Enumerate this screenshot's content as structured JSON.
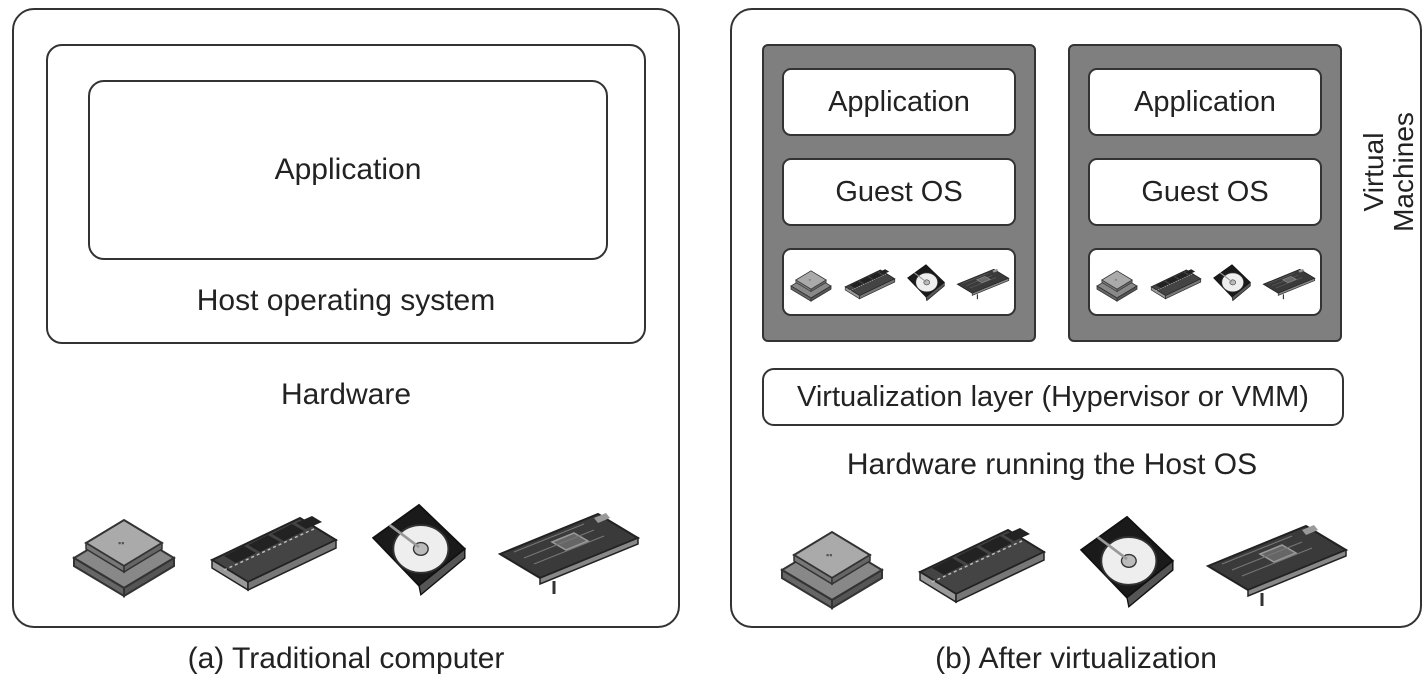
{
  "traditional": {
    "application": "Application",
    "host_os": "Host operating system",
    "hardware": "Hardware",
    "caption": "(a) Traditional computer",
    "hardware_icons": [
      "cpu-icon",
      "memory-icon",
      "hard-disk-icon",
      "network-card-icon"
    ]
  },
  "virtualized": {
    "vms": [
      {
        "application": "Application",
        "guest_os": "Guest OS"
      },
      {
        "application": "Application",
        "guest_os": "Guest OS"
      }
    ],
    "vm_side_label_line1": "Virtual",
    "vm_side_label_line2": "Machines",
    "virtualization_layer": "Virtualization layer (Hypervisor or VMM)",
    "hardware": "Hardware running the Host OS",
    "caption": "(b) After virtualization",
    "hardware_icons": [
      "cpu-icon",
      "memory-icon",
      "hard-disk-icon",
      "network-card-icon"
    ]
  },
  "colors": {
    "vm_fill": "#7f7f7f",
    "border": "#333333"
  }
}
